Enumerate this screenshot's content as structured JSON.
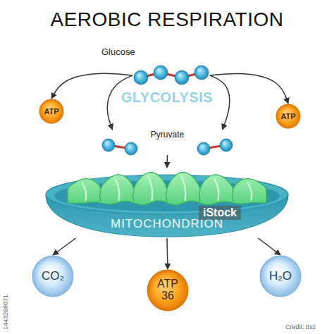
{
  "diagram": {
    "title": "AEROBIC RESPIRATION",
    "nodes": [
      {
        "text": [
          "Glucose"
        ]
      },
      {
        "text": [
          "ATP"
        ]
      },
      {
        "text": [
          "ATP"
        ]
      },
      {
        "text": [
          "Pyruvate"
        ]
      },
      {
        "text": [
          "MITOCHONDRION"
        ]
      },
      {
        "text": [
          "CO₂"
        ]
      },
      {
        "text": [
          "ATP",
          "36"
        ]
      },
      {
        "text": [
          "H₂O"
        ]
      }
    ],
    "edges": [
      {
        "from": 0,
        "to": 1,
        "arrow": "to"
      },
      {
        "from": 0,
        "to": 3,
        "arrow": "to"
      },
      {
        "from": 0,
        "to": 3,
        "arrow": "to"
      },
      {
        "from": 0,
        "to": 2,
        "arrow": "to"
      },
      {
        "from": 3,
        "to": 4,
        "arrow": "to"
      },
      {
        "from": 4,
        "to": 5,
        "arrow": "to"
      },
      {
        "from": 4,
        "to": 6,
        "arrow": "to"
      },
      {
        "from": 4,
        "to": 7,
        "arrow": "to"
      }
    ],
    "labels": [
      "GLYCOLYSIS",
      "iStock",
      "Credit: ttsz",
      "1443268071"
    ]
  }
}
